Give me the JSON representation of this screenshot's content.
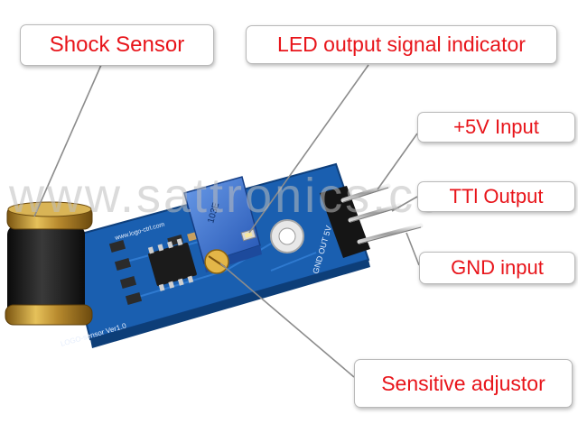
{
  "watermark": "www.sattronics.com",
  "callouts": {
    "shock_sensor": "Shock Sensor",
    "led_indicator": "LED output signal indicator",
    "plus5v_input": "+5V Input",
    "ttl_output": "TTl Output",
    "gnd_input": "GND input",
    "sensitive_adjustor": "Sensitive adjustor"
  },
  "board_silkscreen": {
    "pin_labels": "GND OUT 5V",
    "model": "LOGO-sensor Ver1.0",
    "top_edge": "www.logo-ctrl.com",
    "pot_code": "103E"
  },
  "colors": {
    "callout_text": "#e8141a",
    "pcb": "#1a5fb0",
    "potentiometer": "#2f6fd0",
    "sensor_band": "#b88a2e"
  },
  "icons": [
    "shock-sensor-cylinder-icon",
    "potentiometer-icon",
    "ic-chip-icon",
    "header-pins-icon",
    "led-icon"
  ]
}
